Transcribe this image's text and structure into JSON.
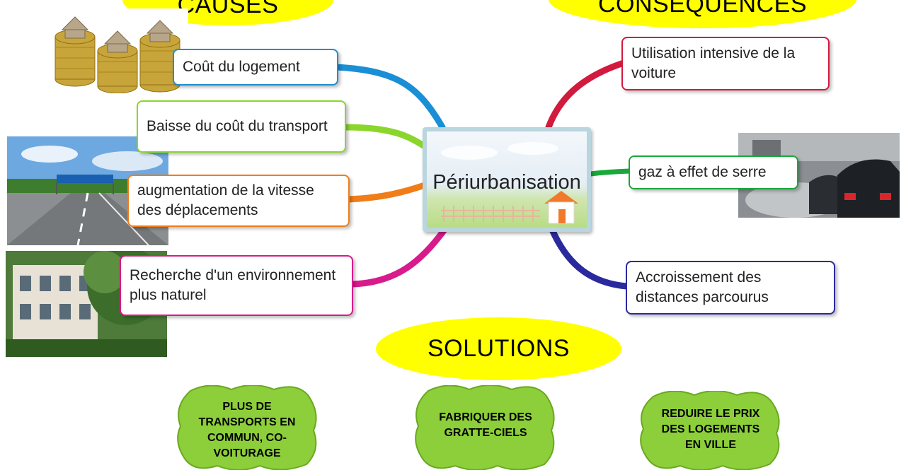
{
  "headings": {
    "causes": "CAUSES",
    "consequences": "CONSEQUENCES",
    "solutions": "SOLUTIONS"
  },
  "central": {
    "title": "Périurbanisation"
  },
  "causes": [
    {
      "text": "Coût du logement",
      "color": "#1a8fd6"
    },
    {
      "text": "Baisse du coût du transport",
      "color": "#8bd62c"
    },
    {
      "text": "augmentation de la vitesse des déplacements",
      "color": "#f07d18"
    },
    {
      "text": "Recherche d'un environnement plus naturel",
      "color": "#d81b8c"
    }
  ],
  "consequences": [
    {
      "text": "Utilisation intensive de la voiture",
      "color": "#d21a3e"
    },
    {
      "text": "gaz à effet de serre",
      "color": "#1aa83c"
    },
    {
      "text": "Accroissement des distances parcourus",
      "color": "#2a2a9e"
    }
  ],
  "solutions": [
    {
      "text": "PLUS DE TRANSPORTS EN COMMUN, CO-VOITURAGE"
    },
    {
      "text": "FABRIQUER DES GRATTE-CIELS"
    },
    {
      "text": "REDUIRE LE PRIX DES LOGEMENTS EN VILLE"
    }
  ],
  "colors": {
    "heading": "#ffff00",
    "solution_fill": "#8dcf3a",
    "solution_stroke": "#6aa820"
  }
}
